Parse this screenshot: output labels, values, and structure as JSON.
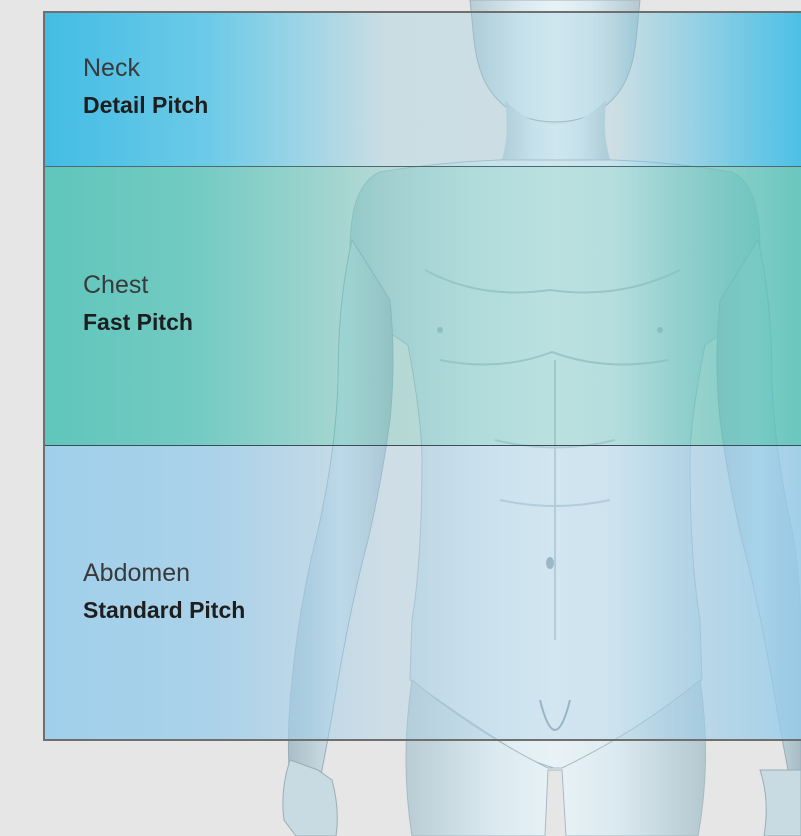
{
  "zones": {
    "neck": {
      "region": "Neck",
      "pitch": "Detail Pitch"
    },
    "chest": {
      "region": "Chest",
      "pitch": "Fast Pitch"
    },
    "abdomen": {
      "region": "Abdomen",
      "pitch": "Standard Pitch"
    }
  },
  "colors": {
    "neck_band": "#3abae4",
    "chest_band": "#58c4ba",
    "abdomen_band": "#9ccdec",
    "skin": "#d6e8ee",
    "frame": "#6f6f6f"
  }
}
